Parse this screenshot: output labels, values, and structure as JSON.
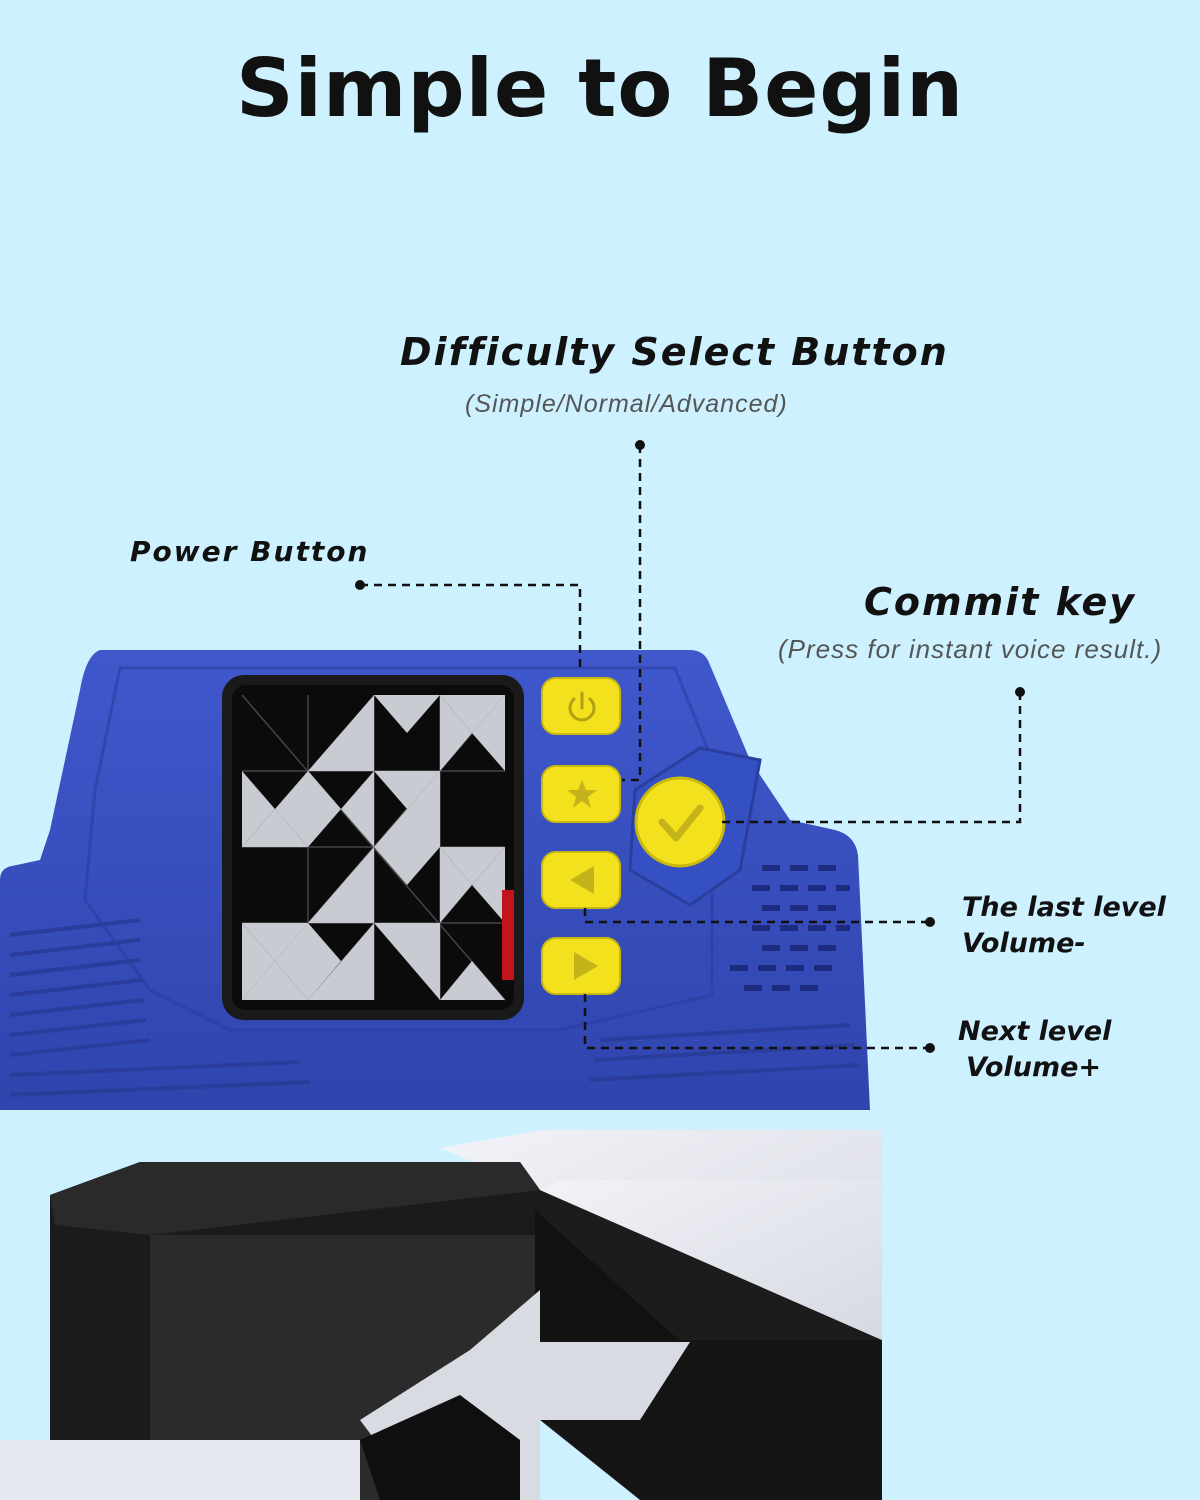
{
  "title": "Simple to Begin",
  "callouts": {
    "difficulty": {
      "label": "Difficulty Select Button",
      "note": "(Simple/Normal/Advanced)"
    },
    "power": {
      "label": "Power Button"
    },
    "commit": {
      "label": "Commit key",
      "note": "(Press for instant voice result.)"
    },
    "last_level": {
      "line1": "The last level",
      "line2": "Volume-"
    },
    "next_level": {
      "line1": "Next level",
      "line2": "Volume+"
    }
  },
  "colors": {
    "background": "#cdf1fe",
    "device_blue": "#3a52c4",
    "button_yellow": "#f4e11e",
    "screen_black": "#0b0b0b",
    "tile_white": "#e6e8ef"
  },
  "icons": {
    "power_button": "power-icon",
    "difficulty_button": "star-icon",
    "last_level_button": "triangle-left-icon",
    "next_level_button": "triangle-right-icon",
    "commit_button": "checkmark-icon"
  }
}
